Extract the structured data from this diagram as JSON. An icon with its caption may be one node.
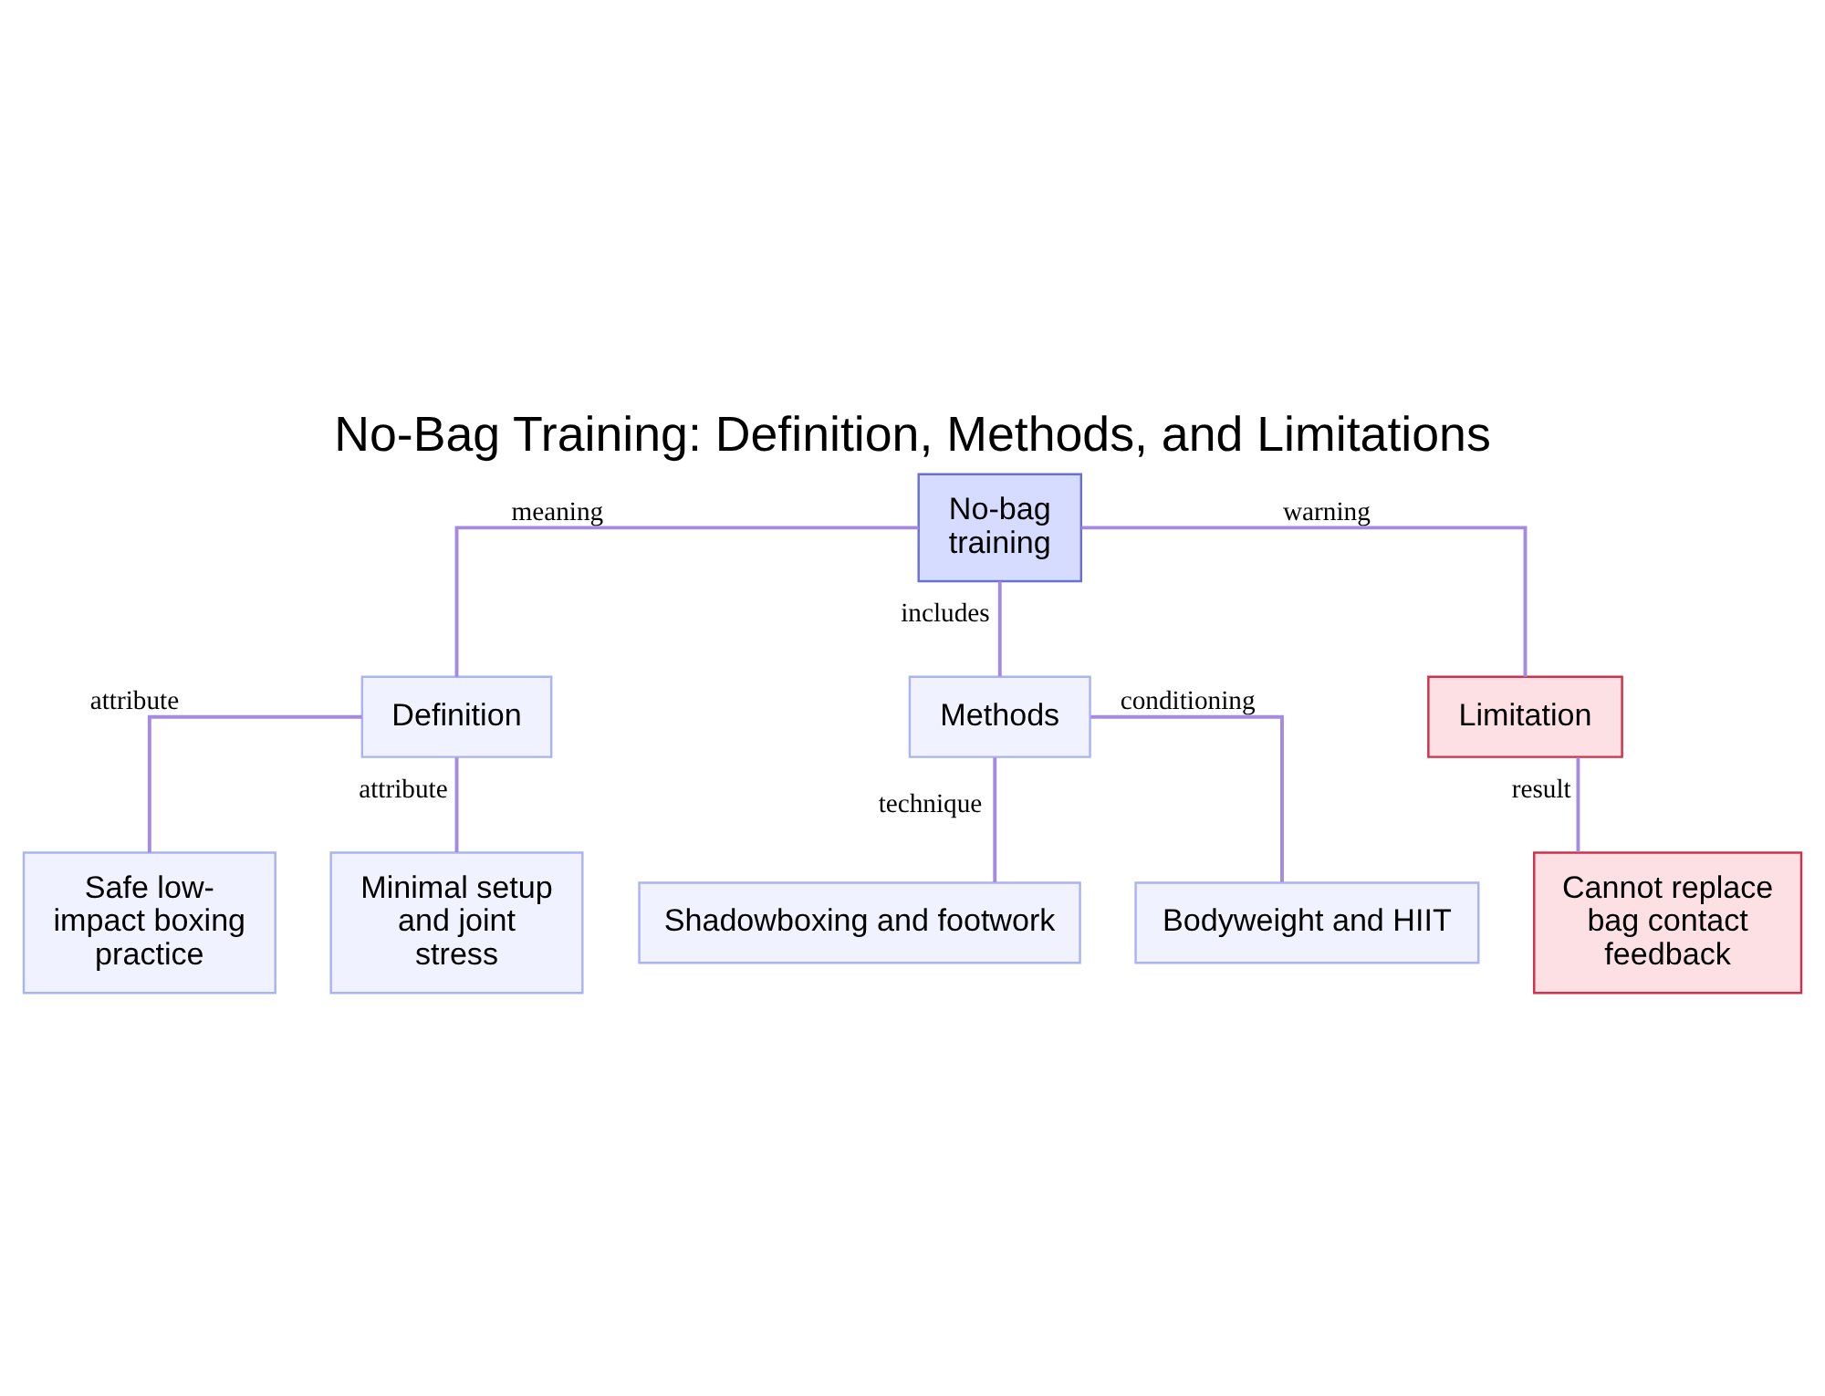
{
  "diagram": {
    "title": "No-Bag Training: Definition, Methods, and Limitations",
    "nodes": [
      {
        "text": [
          "No-bag training"
        ]
      },
      {
        "text": [
          "Definition"
        ]
      },
      {
        "text": [
          "Methods"
        ]
      },
      {
        "text": [
          "Limitation"
        ]
      },
      {
        "text": [
          "Safe low-impact boxing practice"
        ]
      },
      {
        "text": [
          "Minimal setup and joint stress"
        ]
      },
      {
        "text": [
          "Shadowboxing and footwork"
        ]
      },
      {
        "text": [
          "Bodyweight and HIIT"
        ]
      },
      {
        "text": [
          "Cannot replace bag contact feedback"
        ]
      }
    ],
    "edges": [
      {
        "from": 0,
        "to": 1,
        "arrow": "none",
        "label": "meaning"
      },
      {
        "from": 0,
        "to": 2,
        "arrow": "none",
        "label": "includes"
      },
      {
        "from": 0,
        "to": 3,
        "arrow": "none",
        "label": "warning"
      },
      {
        "from": 1,
        "to": 4,
        "arrow": "none",
        "label": "attribute"
      },
      {
        "from": 1,
        "to": 5,
        "arrow": "none",
        "label": "attribute"
      },
      {
        "from": 2,
        "to": 6,
        "arrow": "none",
        "label": "technique"
      },
      {
        "from": 2,
        "to": 7,
        "arrow": "none",
        "label": "conditioning"
      },
      {
        "from": 3,
        "to": 8,
        "arrow": "none",
        "label": "result"
      }
    ]
  }
}
